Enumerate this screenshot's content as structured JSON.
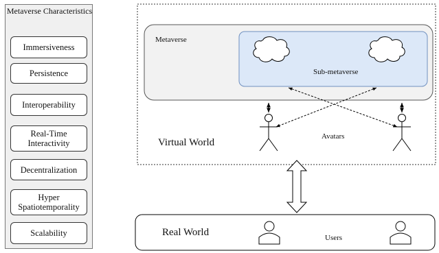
{
  "characteristics_panel": {
    "title": "Metaverse Characteristics",
    "items": [
      {
        "label": "Immersiveness"
      },
      {
        "label": "Persistence"
      },
      {
        "label": "Interoperability"
      },
      {
        "label": "Real-Time Interactivity"
      },
      {
        "label": "Decentralization"
      },
      {
        "label": "Hyper Spatiotemporality"
      },
      {
        "label": "Scalability"
      }
    ]
  },
  "virtual_world": {
    "label": "Virtual World",
    "metaverse_label": "Metaverse",
    "sub_metaverse_label": "Sub-metaverse",
    "avatars_label": "Avatars"
  },
  "real_world": {
    "label": "Real World",
    "users_label": "Users"
  },
  "colors": {
    "panel_fill": "#f0f0f0",
    "metaverse_fill": "#f2f2f2",
    "sub_metaverse_fill": "#dce8f8",
    "sub_metaverse_border": "#6f8fbf",
    "stroke": "#000000"
  }
}
